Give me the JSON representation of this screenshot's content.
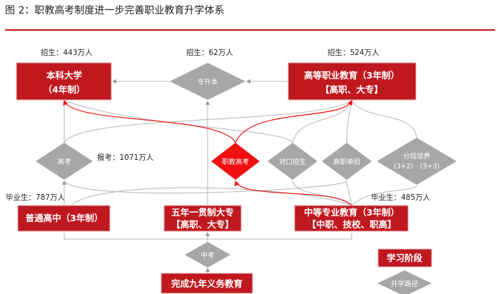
{
  "title": "图 2：职教高考制度进一步完善职业教育升学体系",
  "labels": {
    "enroll_bachelor": "招生：443万人",
    "enroll_upgrade": "招生：62万人",
    "enroll_higher_voc": "招生：524万人",
    "exam_applicants": "报考：1071万人",
    "grad_highschool": "毕业生：787万人",
    "grad_secondary_voc": "毕业生：485万人"
  },
  "stages": {
    "bachelor": [
      "本科大学",
      "（4年制）"
    ],
    "higher_voc": [
      "高等职业教育（3年制）",
      "【高职、大专】"
    ],
    "highschool": "普通高中（3年制）",
    "five_year": [
      "五年一贯制大专",
      "【高职、大专】"
    ],
    "secondary_voc": [
      "中等专业教育（3年制）",
      "【中职、技校、职高】"
    ],
    "compulsory": "完成九年义务教育"
  },
  "paths": {
    "upgrade": "专升本",
    "gaokao": "高考",
    "voc_gaokao": "职教高考",
    "counterpart": "对口招生",
    "single_enroll": "高职单招",
    "segmented": [
      "分段培养",
      "(3+2)　(3+3)"
    ],
    "zhongkao": "中考"
  },
  "legend": {
    "stage": "学习阶段",
    "path": "升学路径"
  },
  "colors": {
    "stage": "#c0181f",
    "path": "#a8a6a6",
    "highlight": "#f01010"
  }
}
